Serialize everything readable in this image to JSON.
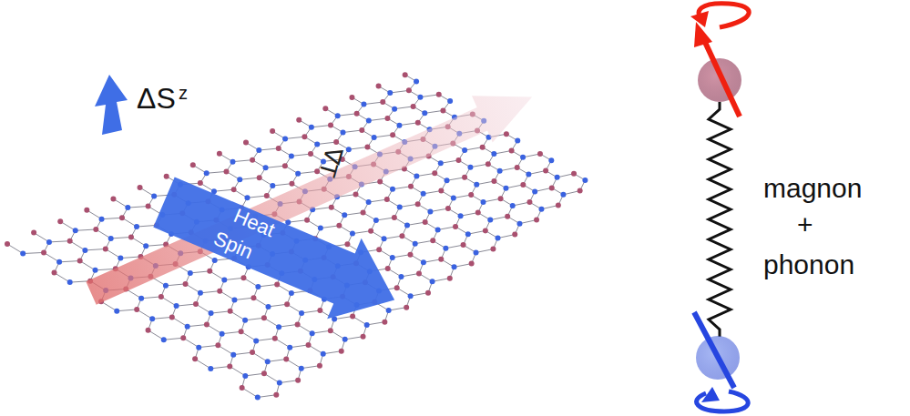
{
  "diagram": {
    "labels": [
      "ΔS",
      "z",
      "∇T",
      "Heat",
      "Spin",
      "magnon",
      "+",
      "phonon"
    ]
  }
}
